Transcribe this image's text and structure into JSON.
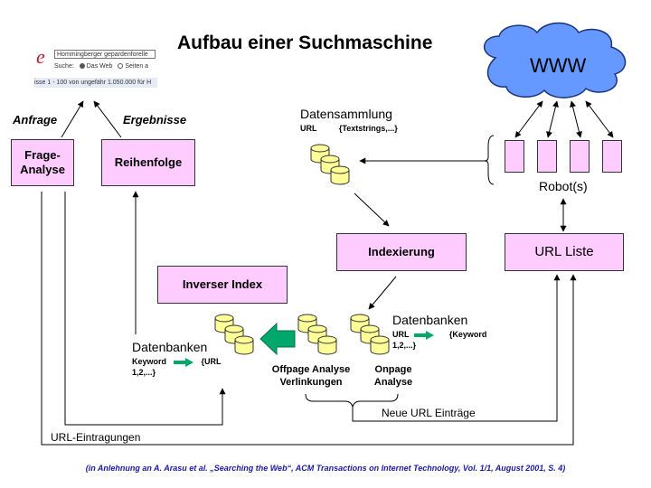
{
  "title": "Aufbau einer Suchmaschine",
  "www_label": "WWW",
  "thumbnail": {
    "query": "Hommingberger gepardenforelle",
    "search_label": "Suche:",
    "option_web": "Das Web",
    "option_pages": "Seiten a",
    "results_line": "isse 1 - 100 von ungefähr 1.050.000 für H"
  },
  "labels": {
    "anfrage": "Anfrage",
    "ergebnisse": "Ergebnisse",
    "datensammlung": "Datensammlung",
    "datensammlung_url": "URL",
    "datensammlung_textstrings": "{Textstrings,...}",
    "robots": "Robot(s)",
    "datenbanken_left": "Datenbanken",
    "datenbanken_left_keyword": "Keyword",
    "datenbanken_left_url": "{URL",
    "datenbanken_left_tail": "1,2,...}",
    "datenbanken_right": "Datenbanken",
    "datenbanken_right_url": "URL",
    "datenbanken_right_keyword": "{Keyword",
    "datenbanken_right_tail": "1,2,...}",
    "offpage": "Offpage Analyse",
    "verlinkungen": "Verlinkungen",
    "onpage": "Onpage",
    "onpage_analyse": "Analyse",
    "neue_url": "Neue URL Einträge",
    "url_eintragungen": "URL-Eintragungen"
  },
  "boxes": {
    "frage_analyse_1": "Frage-",
    "frage_analyse_2": "Analyse",
    "reihenfolge": "Reihenfolge",
    "indexierung": "Indexierung",
    "url_liste": "URL Liste",
    "inverser_index": "Inverser Index"
  },
  "footer": "(in Anlehnung an A. Arasu et al. „Searching the Web“, ACM Transactions on Internet Technology, Vol. 1/1, August 2001, S. 4)",
  "colors": {
    "box_fill": "#ffccff",
    "cloud_fill": "#6699ff",
    "cylinder_fill": "#ffff99",
    "arrow_green": "#00a86b",
    "footer_text": "#1a1aa6"
  }
}
